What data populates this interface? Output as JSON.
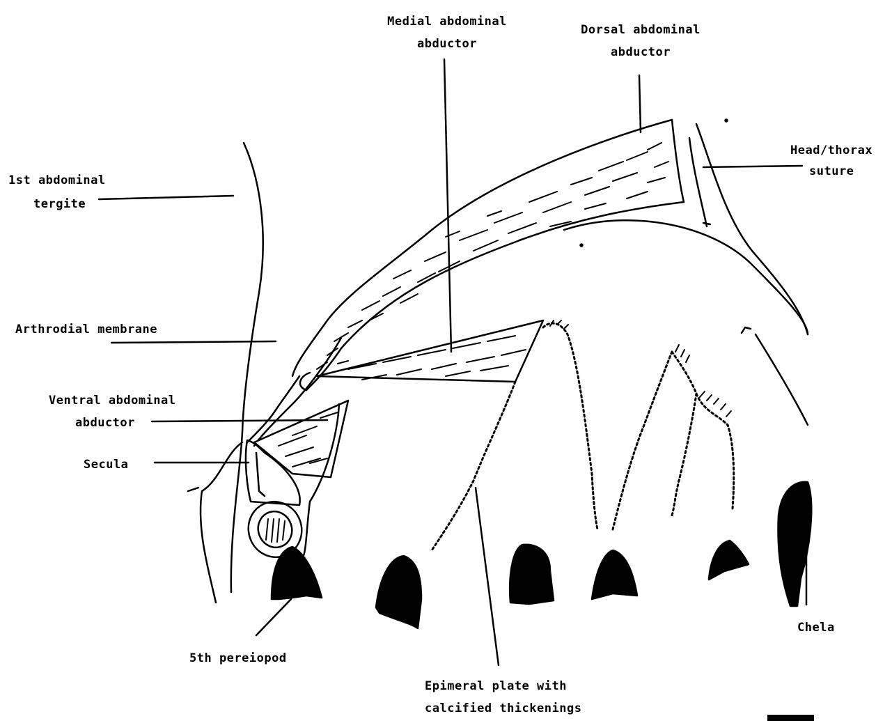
{
  "labels": {
    "medial_abdominal_abductor": [
      "Medial abdominal",
      "abductor"
    ],
    "dorsal_abdominal_abductor": [
      "Dorsal abdominal",
      "abductor"
    ],
    "head_thorax_suture": [
      "Head/thorax",
      "suture"
    ],
    "first_abdominal_tergite": [
      "1st abdominal",
      "tergite"
    ],
    "arthrodial_membrane": "Arthrodial membrane",
    "ventral_abdominal_abductor": [
      "Ventral abdominal",
      "abductor"
    ],
    "secula": "Secula",
    "fifth_pereiopod": "5th pereiopod",
    "epimeral_plate": [
      "Epimeral plate with",
      "calcified thickenings"
    ],
    "chela": "Chela"
  }
}
